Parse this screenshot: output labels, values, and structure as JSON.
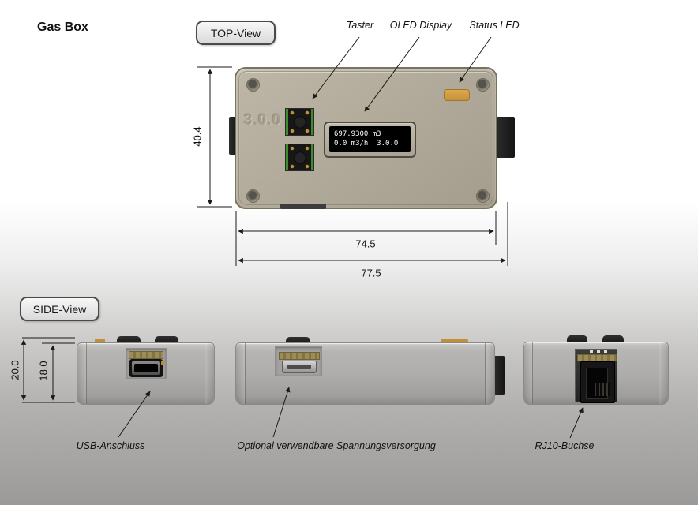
{
  "header": {
    "title": "Gas Box"
  },
  "colors": {
    "device_body": "#b2ab9c",
    "status_led": "#cf993f",
    "side_body": "#aeadab",
    "oled_background": "#000000",
    "oled_text": "#ffffff",
    "annotation_line": "#1a1a1a"
  },
  "top_view": {
    "view_label": "TOP-View",
    "callouts": [
      {
        "label": "Taster"
      },
      {
        "label": "OLED Display"
      },
      {
        "label": "Status LED"
      }
    ],
    "device": {
      "version_text": "3.0.0",
      "oled": {
        "line1": "697.9300 m3",
        "line2": "0.0 m3/h  3.0.0"
      }
    },
    "dimensions": {
      "height": "40.4",
      "width_inner": "74.5",
      "width_outer": "77.5"
    }
  },
  "side_view": {
    "view_label": "SIDE-View",
    "dimensions": {
      "height_outer": "20.0",
      "height_inner": "18.0"
    },
    "callouts": [
      {
        "label": "USB-Anschluss"
      },
      {
        "label": "Optional verwendbare Spannungsversorgung"
      },
      {
        "label": "RJ10-Buchse"
      }
    ]
  }
}
